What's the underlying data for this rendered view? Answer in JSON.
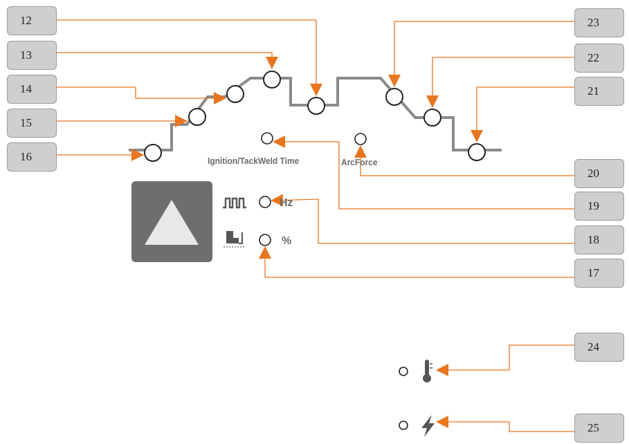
{
  "callouts": {
    "c12": "12",
    "c13": "13",
    "c14": "14",
    "c15": "15",
    "c16": "16",
    "c17": "17",
    "c18": "18",
    "c19": "19",
    "c20": "20",
    "c21": "21",
    "c22": "22",
    "c23": "23",
    "c24": "24",
    "c25": "25"
  },
  "labels": {
    "ignition": "Ignition/TackWeld Time",
    "arcforce": "ArcForce",
    "hz": "Hz",
    "percent": "%"
  },
  "icons": {
    "pulse_frequency": "pulse-wave-icon",
    "pulse_balance": "pulse-balance-icon",
    "up_button": "up-triangle-icon",
    "temperature": "thermometer-icon",
    "power": "lightning-icon"
  },
  "colors": {
    "arrow": "#e8761e",
    "curve": "#8a8a8a",
    "button_bg": "#6e6e6e",
    "callout_bg": "#cfcfcf"
  }
}
